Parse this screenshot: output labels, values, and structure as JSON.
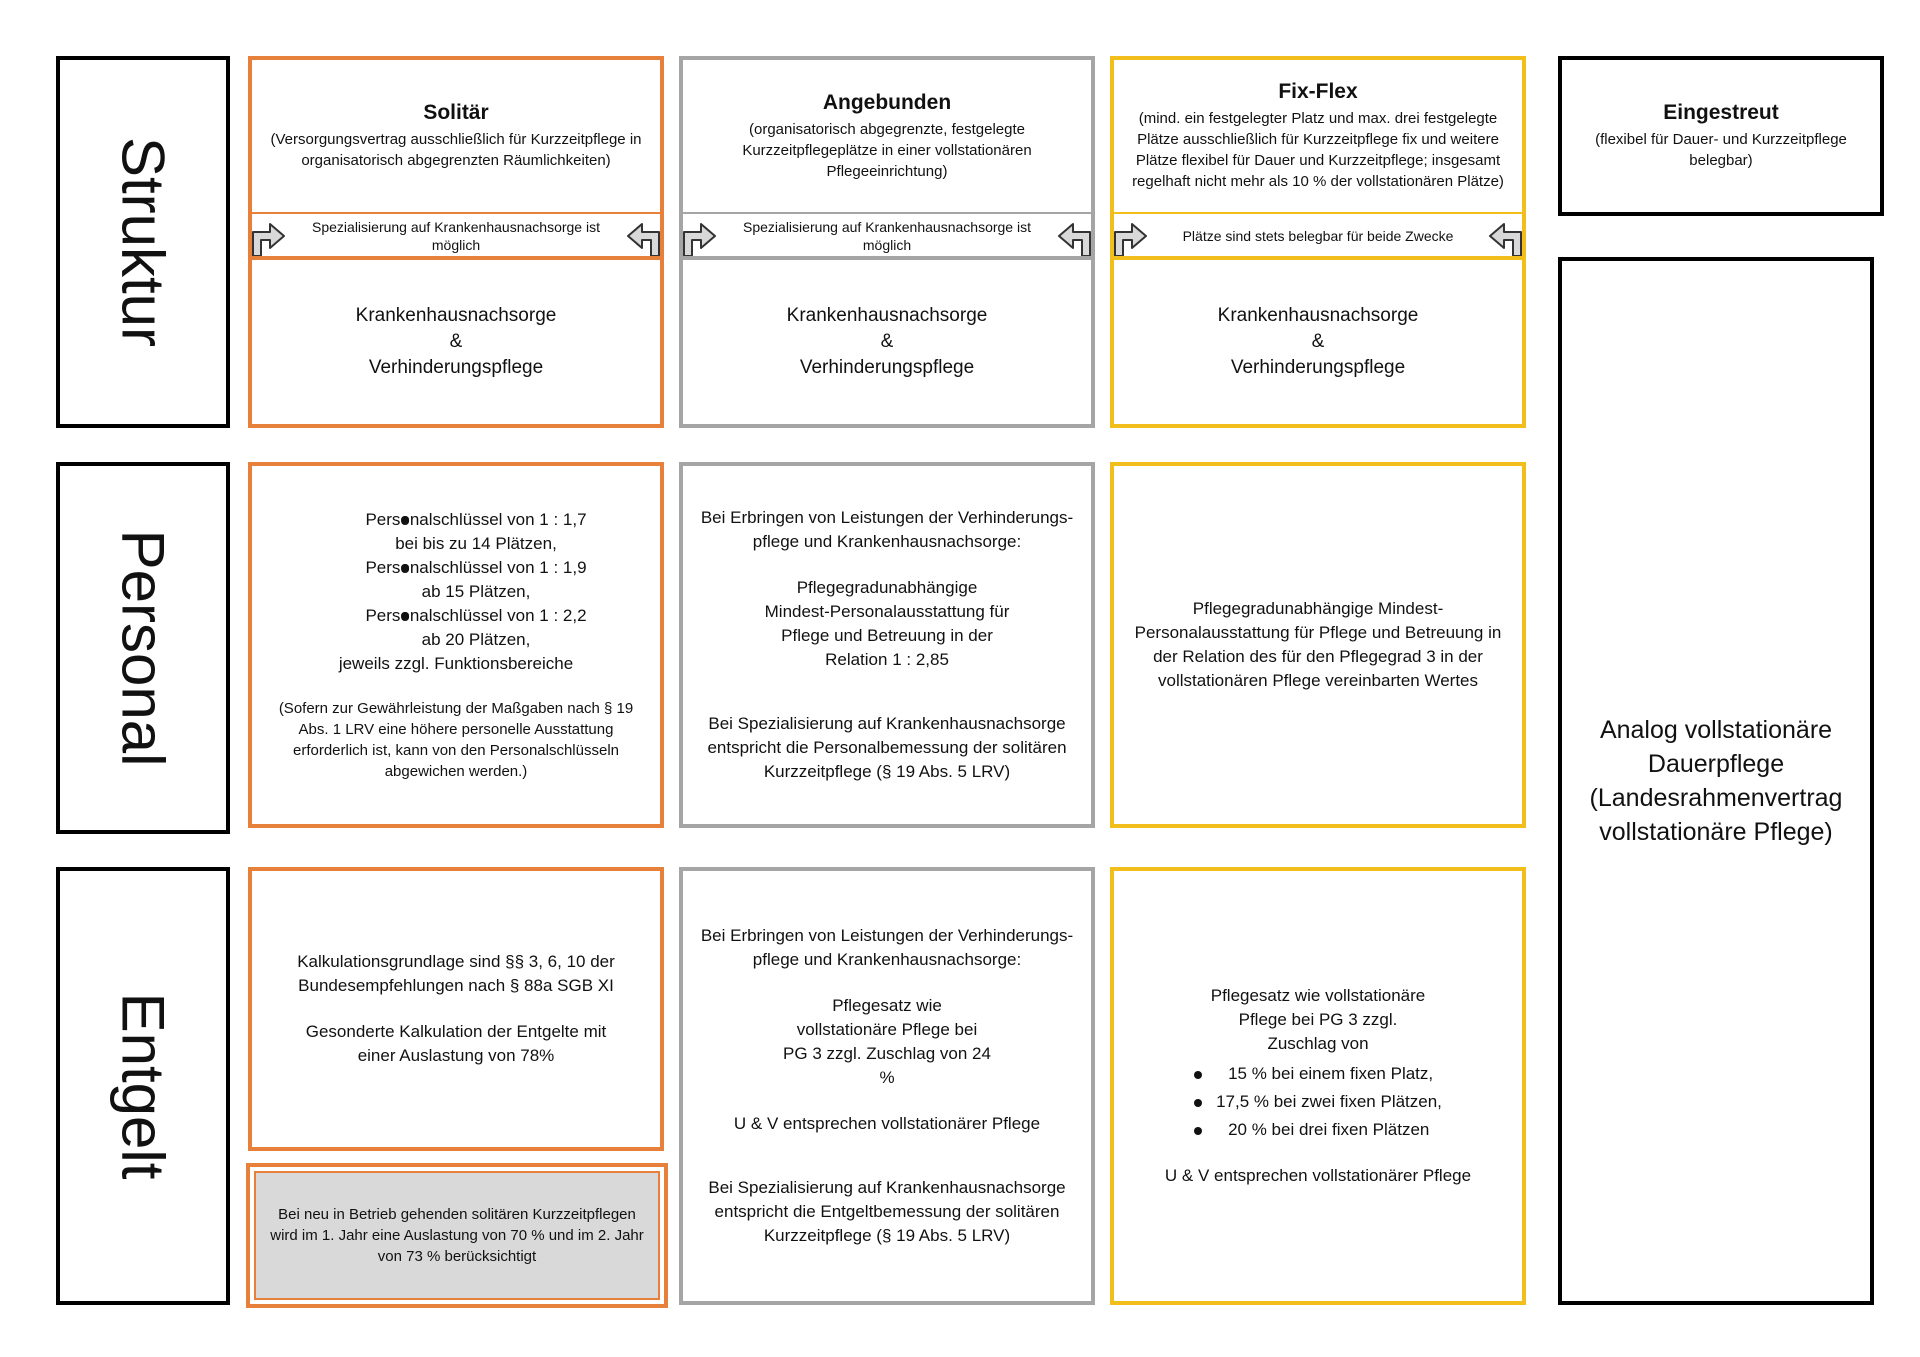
{
  "rows": {
    "struktur": "Struktur",
    "personal": "Personal",
    "entgelt": "Entgelt"
  },
  "headers": {
    "solitaer": {
      "title": "Solitär",
      "sub": "(Versorgungsvertrag ausschließlich für Kurzzeitpflege in organisatorisch abgegrenzten Räumlichkeiten)"
    },
    "angebunden": {
      "title": "Angebunden",
      "sub": "(organisatorisch abgegrenzte, festgelegte Kurzzeitpflegeplätze in einer vollstationären Pflegeeinrichtung)"
    },
    "fixflex": {
      "title": "Fix-Flex",
      "sub": "(mind. ein festgelegter Platz und max. drei festgelegte Plätze ausschließlich für Kurzzeitpflege fix und weitere Plätze flexibel für Dauer und Kurzzeitpflege; insgesamt regelhaft nicht mehr als 10 % der vollstationären Plätze)"
    },
    "eingestreut": {
      "title": "Eingestreut",
      "sub": "(flexibel für Dauer- und Kurzzeitpflege belegbar)"
    }
  },
  "connectors": {
    "solitaer": "Spezialisierung auf Krankenhausnachsorge ist möglich",
    "angebunden": "Spezialisierung auf Krankenhausnachsorge ist möglich",
    "fixflex": "Plätze sind stets belegbar für beide Zwecke"
  },
  "struktur_lower": {
    "line1": "Krankenhausnachsorge",
    "line2": "&",
    "line3": "Verhinderungspflege"
  },
  "personal": {
    "solitaer": {
      "bullets": [
        {
          "a": "Personalschlüssel von 1 : 1,7",
          "b": "bei bis zu 14 Plätzen,"
        },
        {
          "a": "Personalschlüssel von 1 : 1,9",
          "b": "ab 15 Plätzen,"
        },
        {
          "a": "Personalschlüssel von 1 : 2,2",
          "b": "ab 20 Plätzen,"
        }
      ],
      "after": "jeweils zzgl. Funktionsbereiche",
      "note": "(Sofern zur Gewährleistung der Maßgaben nach § 19 Abs. 1 LRV eine höhere personelle Ausstattung erforderlich ist, kann von den Personalschlüsseln abgewichen werden.)"
    },
    "angebunden": {
      "p1": "Bei Erbringen von Leistungen der Verhinderungs-pflege und Krankenhausnachsorge:",
      "p2": "Pflegegradunabhängige Mindest-Personalausstattung für Pflege und Betreuung in der Relation 1 : 2,85",
      "p3": "Bei Spezialisierung auf Krankenhausnachsorge entspricht die Personalbemessung der solitären Kurzzeitpflege (§ 19 Abs. 5 LRV)"
    },
    "fixflex": {
      "p1": "Pflegegradunabhängige Mindest-Personalausstattung für Pflege und Betreuung in der Relation des für den Pflegegrad 3 in der vollstationären Pflege vereinbarten Wertes"
    }
  },
  "eingestreut_body": "Analog vollstationäre Dauerpflege (Landesrahmenvertrag vollstationäre Pflege)",
  "entgelt": {
    "solitaer": {
      "p1": "Kalkulationsgrundlage sind §§ 3, 6, 10 der Bundesempfehlungen nach § 88a SGB XI",
      "p2": "Gesonderte Kalkulation der Entgelte mit einer Auslastung von 78%",
      "note": "Bei neu in Betrieb gehenden solitären Kurzzeitpflegen wird im 1. Jahr eine Auslastung von 70 % und im 2. Jahr von 73 % berücksichtigt"
    },
    "angebunden": {
      "p1": "Bei Erbringen von Leistungen der Verhinderungs-pflege und Krankenhausnachsorge:",
      "p2": "Pflegesatz wie vollstationäre Pflege bei PG 3 zzgl. Zuschlag von 24 %",
      "p3": "U & V entsprechen vollstationärer Pflege",
      "p4": "Bei Spezialisierung auf Krankenhausnachsorge entspricht die Entgeltbemessung der solitären Kurzzeitpflege (§ 19 Abs. 5 LRV)"
    },
    "fixflex": {
      "p1": "Pflegesatz wie vollstationäre Pflege bei PG 3 zzgl. Zuschlag von",
      "bullets": [
        "15 % bei einem fixen Platz,",
        "17,5 % bei zwei fixen Plätzen,",
        "20 % bei drei fixen Plätzen"
      ],
      "p2": "U & V entsprechen vollstationärer Pflege"
    }
  },
  "colors": {
    "solitaer": "#E7803A",
    "angebunden": "#A5A5A5",
    "fixflex": "#F2BE1C",
    "note_fill": "#D9D9D9"
  }
}
